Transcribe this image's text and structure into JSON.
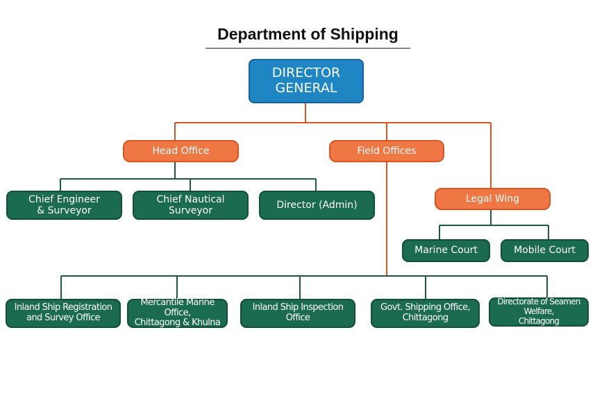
{
  "title": "Department of Shipping",
  "colors": {
    "director_fill": "#1f86c4",
    "office_fill": "#ee7744",
    "unit_fill": "#1a6b50",
    "orange_lines": "#d9531e",
    "green_lines": "#1a5a44"
  },
  "director_general": "DIRECTOR\nGENERAL",
  "head_office": {
    "label": "Head Office",
    "children": [
      "Chief Engineer\n& Surveyor",
      "Chief Nautical\nSurveyor",
      "Director (Admin)"
    ]
  },
  "field_offices": {
    "label": "Field Offices",
    "children": [
      "Inland Ship Registration\nand Survey Office",
      "Mercantile Marine Office,\nChittagong & Khulna",
      "Inland Ship Inspection Office",
      "Govt. Shipping Office,\nChittagong",
      "Directorate of Seamen Welfare,\nChittagong"
    ]
  },
  "legal_wing": {
    "label": "Legal Wing",
    "children": [
      "Marine Court",
      "Mobile Court"
    ]
  }
}
